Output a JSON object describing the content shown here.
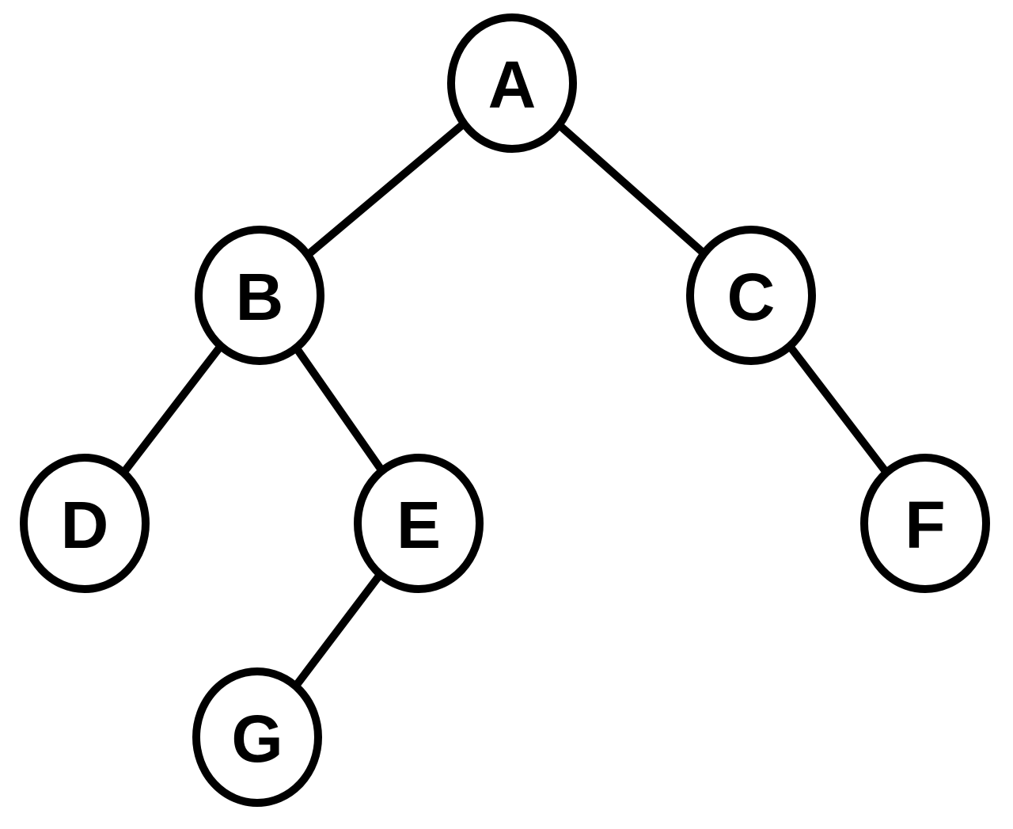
{
  "tree": {
    "nodes": [
      {
        "id": "A",
        "label": "A"
      },
      {
        "id": "B",
        "label": "B"
      },
      {
        "id": "C",
        "label": "C"
      },
      {
        "id": "D",
        "label": "D"
      },
      {
        "id": "E",
        "label": "E"
      },
      {
        "id": "F",
        "label": "F"
      },
      {
        "id": "G",
        "label": "G"
      }
    ],
    "edges": [
      {
        "from": "A",
        "to": "B"
      },
      {
        "from": "A",
        "to": "C"
      },
      {
        "from": "B",
        "to": "D"
      },
      {
        "from": "B",
        "to": "E"
      },
      {
        "from": "C",
        "to": "F"
      },
      {
        "from": "E",
        "to": "G"
      }
    ]
  },
  "colors": {
    "stroke": "#000000",
    "fill": "#ffffff",
    "text": "#000000"
  }
}
